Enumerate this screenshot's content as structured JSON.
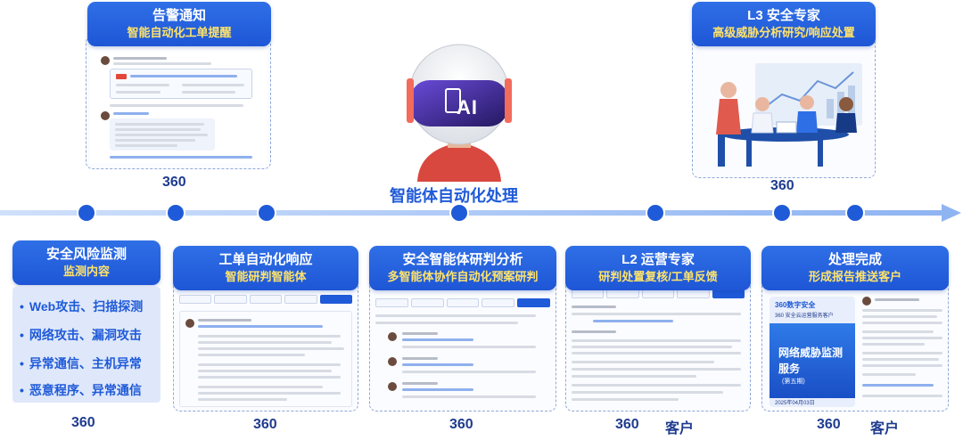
{
  "top_cards": {
    "alert": {
      "title": "告警通知",
      "subtitle": "智能自动化工单提醒",
      "owner": "360"
    },
    "l3": {
      "title": "L3 安全专家",
      "subtitle": "高级威胁分析研究/响应处置",
      "owner": "360"
    }
  },
  "center": {
    "title": "智能体自动化处理",
    "ai_label": "AI"
  },
  "bottom_cards": [
    {
      "title": "安全风险监测",
      "subtitle": "监测内容",
      "owner": "360",
      "items": [
        "Web攻击、扫描探测",
        "网络攻击、漏洞攻击",
        "异常通信、主机异常",
        "恶意程序、异常通信"
      ]
    },
    {
      "title": "工单自动化响应",
      "subtitle": "智能研判智能体",
      "owner": "360"
    },
    {
      "title": "安全智能体研判分析",
      "subtitle": "多智能体协作自动化预案研判",
      "owner": "360"
    },
    {
      "title": "L2 运营专家",
      "subtitle": "研判处置复核/工单反馈",
      "owner": "360",
      "owner2": "客户"
    },
    {
      "title": "处理完成",
      "subtitle": "形成报告推送客户",
      "owner": "360",
      "owner2": "客户"
    }
  ],
  "report_preview": {
    "brand": "360数字安全",
    "tag": "360 安全云运营服务客户",
    "headline": "网络威胁监测",
    "headline2": "服务",
    "issue": "(第五期)",
    "date": "2025年04月03日"
  },
  "colors": {
    "primary": "#1f5ad8",
    "accent_text": "#ffe36a",
    "axis": "#8fb4f2",
    "dark_text": "#1f3c8f"
  }
}
